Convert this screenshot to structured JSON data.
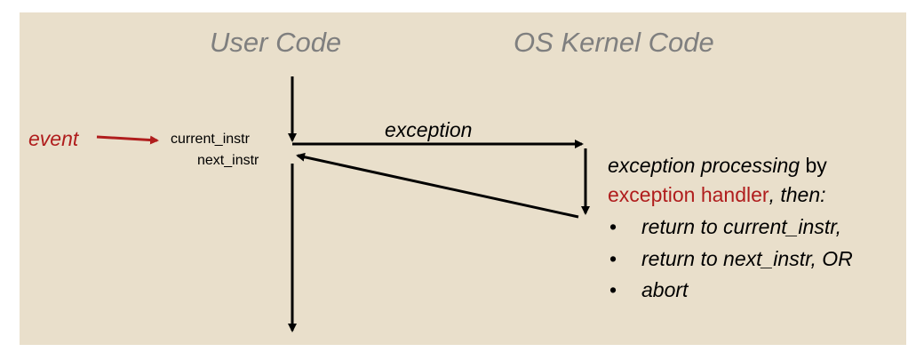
{
  "headers": {
    "user": "User Code",
    "kernel": "OS Kernel Code"
  },
  "labels": {
    "event": "event",
    "current_instr": "current_instr",
    "next_instr": "next_instr",
    "exception": "exception"
  },
  "processing": {
    "line1_italic": "exception processing",
    "line1_plain": " by",
    "line2_red": "exception handler",
    "line2_rest": ", then:",
    "bullets": [
      "return to current_instr,",
      "return to next_instr, OR",
      "abort"
    ],
    "bullet_symbol": "•"
  },
  "colors": {
    "background": "#e9dfcb",
    "accent_red": "#b01d1d",
    "header_gray": "#7f7f7f"
  }
}
